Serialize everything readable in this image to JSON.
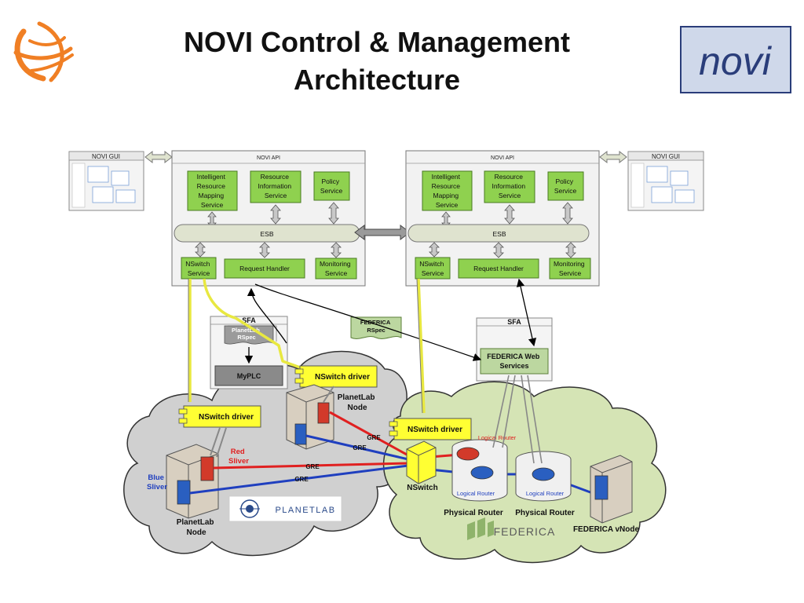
{
  "title": {
    "line1": "NOVI Control & Management",
    "line2": "Architecture"
  },
  "logos": {
    "left": "orange-swirl-logo",
    "right_text": "novi"
  },
  "gui": {
    "left_label": "NOVI GUI",
    "right_label": "NOVI GUI"
  },
  "api_left": {
    "header": "NOVI API",
    "irms": [
      "Intelligent",
      "Resource",
      "Mapping",
      "Service"
    ],
    "ris": [
      "Resource",
      "Information",
      "Service"
    ],
    "policy": [
      "Policy",
      "Service"
    ],
    "esb": "ESB",
    "nswitch_service": [
      "NSwitch",
      "Service"
    ],
    "request_handler": "Request Handler",
    "monitoring": [
      "Monitoring",
      "Service"
    ]
  },
  "api_right": {
    "header": "NOVI API",
    "irms": [
      "Intelligent",
      "Resource",
      "Mapping",
      "Service"
    ],
    "ris": [
      "Resource",
      "Information",
      "Service"
    ],
    "policy": [
      "Policy",
      "Service"
    ],
    "esb": "ESB",
    "nswitch_service": [
      "NSwitch",
      "Service"
    ],
    "request_handler": "Request Handler",
    "monitoring": [
      "Monitoring",
      "Service"
    ]
  },
  "sfa_left": {
    "label": "SFA",
    "rspec": [
      "PlanetLab",
      "RSpec"
    ],
    "myplc": "MyPLC"
  },
  "federica_rspec": [
    "FEDERICA",
    "RSpec"
  ],
  "sfa_right": {
    "label": "SFA",
    "services": [
      "FEDERICA Web",
      "Services"
    ]
  },
  "nswitch_driver_label": "NSwitch driver",
  "planetlab": {
    "node_top": [
      "PlanetLab",
      "Node"
    ],
    "node_bottom": [
      "PlanetLab",
      "Node"
    ],
    "red_sliver": [
      "Red",
      "Sliver"
    ],
    "blue_sliver": [
      "Blue",
      "Sliver"
    ],
    "logo_text": "PLANETLAB"
  },
  "gre_labels": [
    "GRE",
    "GRE",
    "GRE",
    "GRE"
  ],
  "federica": {
    "nswitch": "NSwitch",
    "logical_router_red": "Logical Router",
    "logical_router_1": "Logical Router",
    "logical_router_2": "Logical Router",
    "physical_router_1": "Physical Router",
    "physical_router_2": "Physical Router",
    "vnode": "FEDERICA vNode",
    "logo_text": "FEDERICA"
  },
  "colors": {
    "green_box": "#8fd14f",
    "esb": "#dfe3cf",
    "yellow": "#ffff33",
    "red_link": "#e02020",
    "blue_link": "#1f3fbf",
    "cloud_left": "#d0d0d0",
    "cloud_right": "#d5e4b5"
  }
}
